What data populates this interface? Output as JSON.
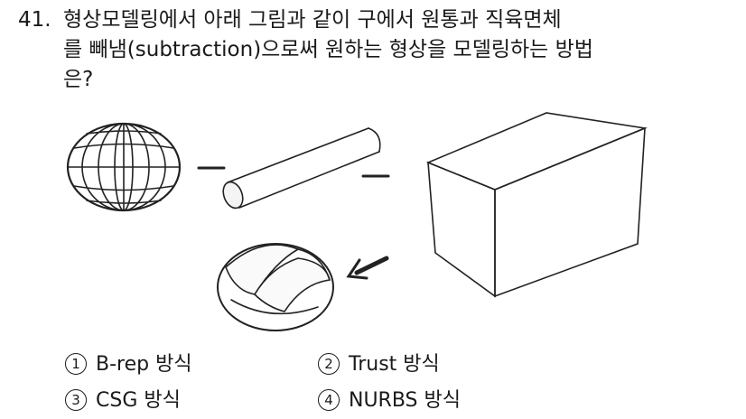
{
  "question": {
    "number": "41.",
    "lines": [
      "형상모델링에서 아래 그림과 같이 구에서 원통과 직육면체",
      "를 빼냄(subtraction)으로써 원하는 형상을 모델링하는 방법",
      "은?"
    ]
  },
  "figure": {
    "icon": "csg-subtraction-figure"
  },
  "choices": [
    {
      "num": "1",
      "text": "B-rep 방식"
    },
    {
      "num": "2",
      "text": "Trust 방식"
    },
    {
      "num": "3",
      "text": "CSG 방식"
    },
    {
      "num": "4",
      "text": "NURBS 방식"
    }
  ]
}
